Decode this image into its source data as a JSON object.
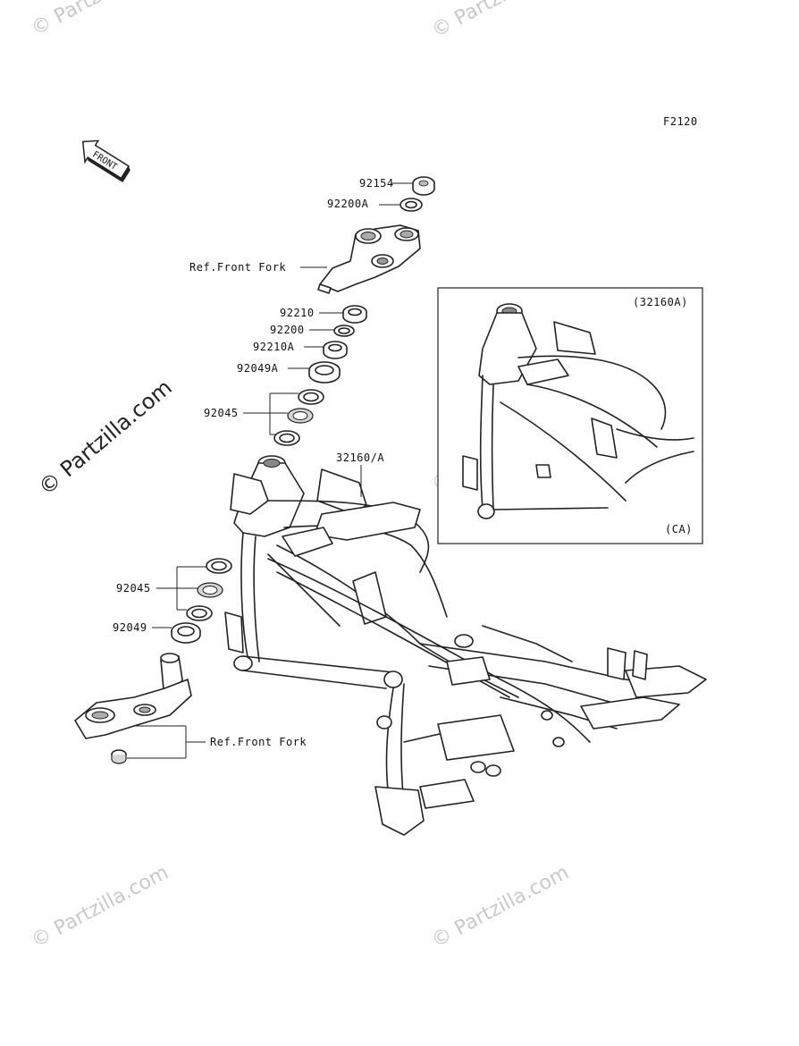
{
  "diagram_code": "F2120",
  "watermarks": {
    "main": "© Partzilla.com",
    "faint": "© Partzilla.com"
  },
  "direction_arrow": {
    "label": "FRONT"
  },
  "inset": {
    "part_ref": "(32160A)",
    "region": "(CA)"
  },
  "callouts": {
    "p92154": "92154",
    "p92200A": "92200A",
    "ref_front_fork_top": "Ref.Front Fork",
    "p92210": "92210",
    "p92200": "92200",
    "p92210A": "92210A",
    "p92049A": "92049A",
    "p92045_upper": "92045",
    "p32160": "32160/A",
    "p92045_lower": "92045",
    "p92049": "92049",
    "ref_front_fork_bottom": "Ref.Front Fork"
  },
  "icons": [
    "front-arrow-icon",
    "bearing-icon",
    "frame-icon",
    "steering-stem-icon"
  ]
}
